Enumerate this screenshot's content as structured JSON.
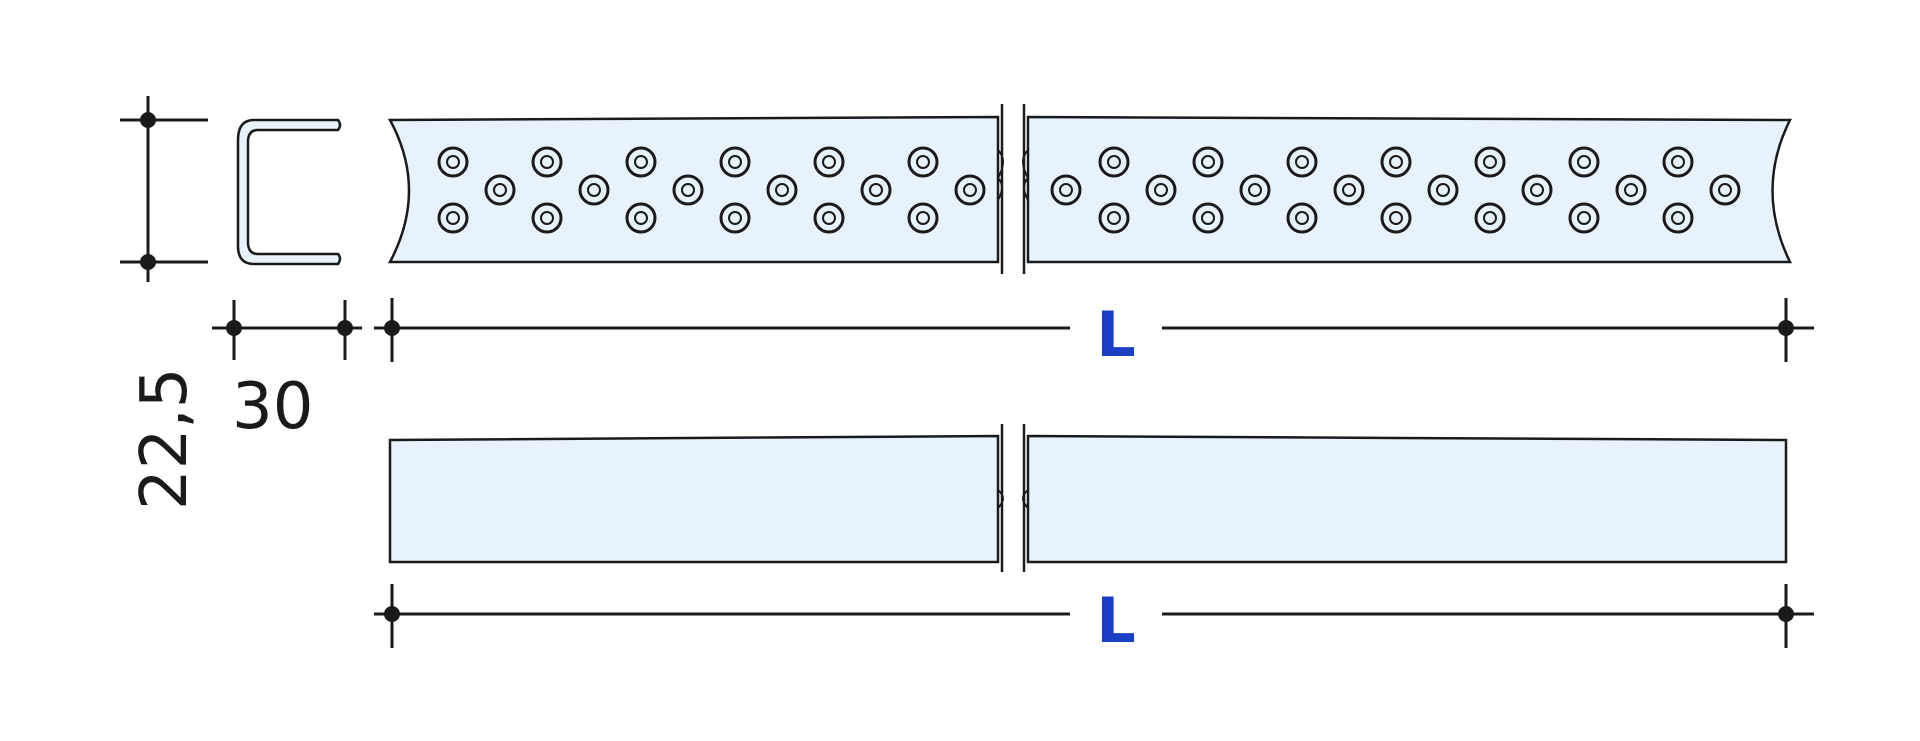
{
  "dimensions": {
    "height_label": "22,5",
    "width_label": "30",
    "length_label_top": "L",
    "length_label_bottom": "L"
  },
  "colors": {
    "profile_fill": "#e8f2fc",
    "line": "#1a1a1a",
    "length_label": "#1a3fc4",
    "background": "#ffffff"
  },
  "icons": {
    "perforated_profile": "perforated-strip-icon",
    "plain_profile": "plain-strip-icon",
    "cross_section": "c-channel-section-icon",
    "break_mark": "break-line-icon",
    "hole": "hole-icon"
  }
}
